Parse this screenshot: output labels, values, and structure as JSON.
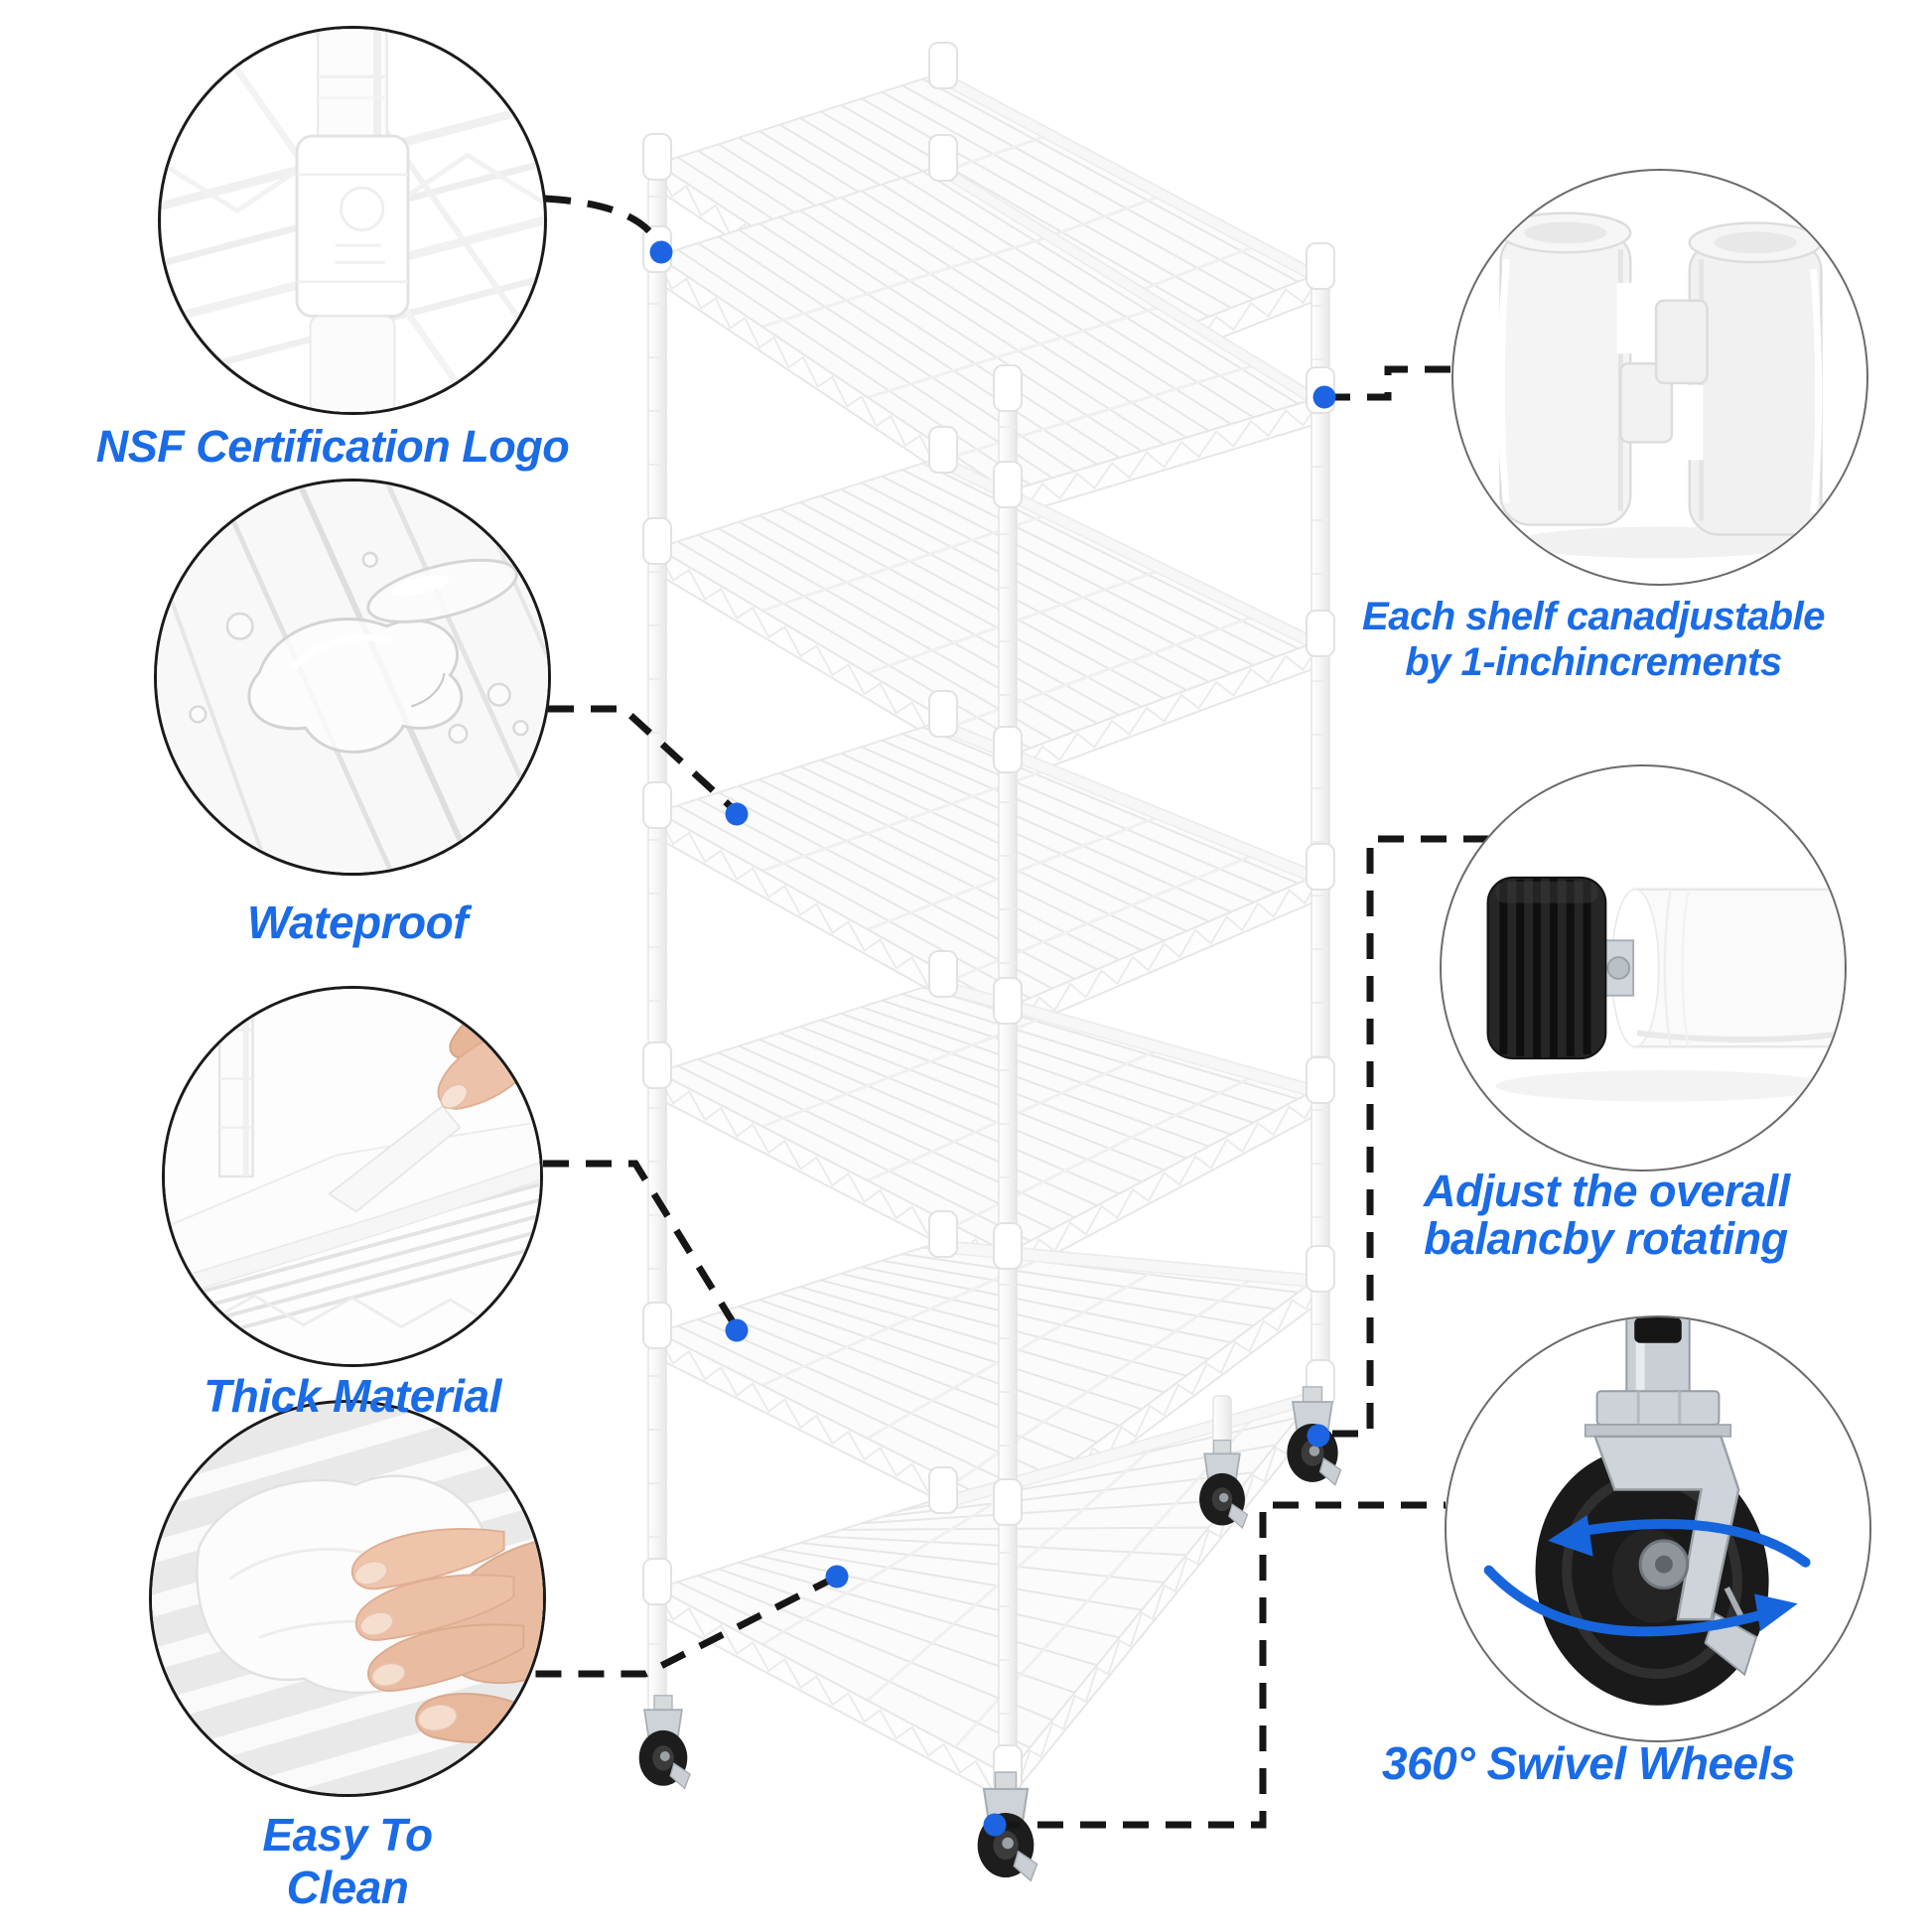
{
  "colors": {
    "background": "#ffffff",
    "label_text": "#1a6be6",
    "connection_dot": "#1d64e2",
    "connector_line": "#161616",
    "swivel_arrow": "#1665dd"
  },
  "callouts": {
    "nsf": {
      "label": "NSF Certification Logo",
      "photo": "pole-sleeve-connector-closeup"
    },
    "waterproof": {
      "label": "Wateproof",
      "photo": "water-drops-on-shelf-liner"
    },
    "thick_material": {
      "label": "Thick Material",
      "photo": "hand-lifting-shelf-liner"
    },
    "easy_clean": {
      "label_line1": "Easy To",
      "label_line2": "Clean",
      "photo": "hand-wiping-shelf-with-cloth"
    },
    "adjustable": {
      "label_line1": "Each shelf canadjustable",
      "label_line2": "by 1-inchincrements",
      "photo": "split-sleeve-clips"
    },
    "balance": {
      "label_line1": "Adjust the overall",
      "label_line2": "balancby rotating",
      "photo": "adjustable-leveling-foot"
    },
    "swivel_wheels": {
      "label": "360° Swivel Wheels",
      "photo": "caster-wheel-with-rotation-arrows"
    }
  },
  "product_illustration": {
    "type": "7-tier white wire shelving unit on casters",
    "tiers": 7,
    "casters": 4
  }
}
